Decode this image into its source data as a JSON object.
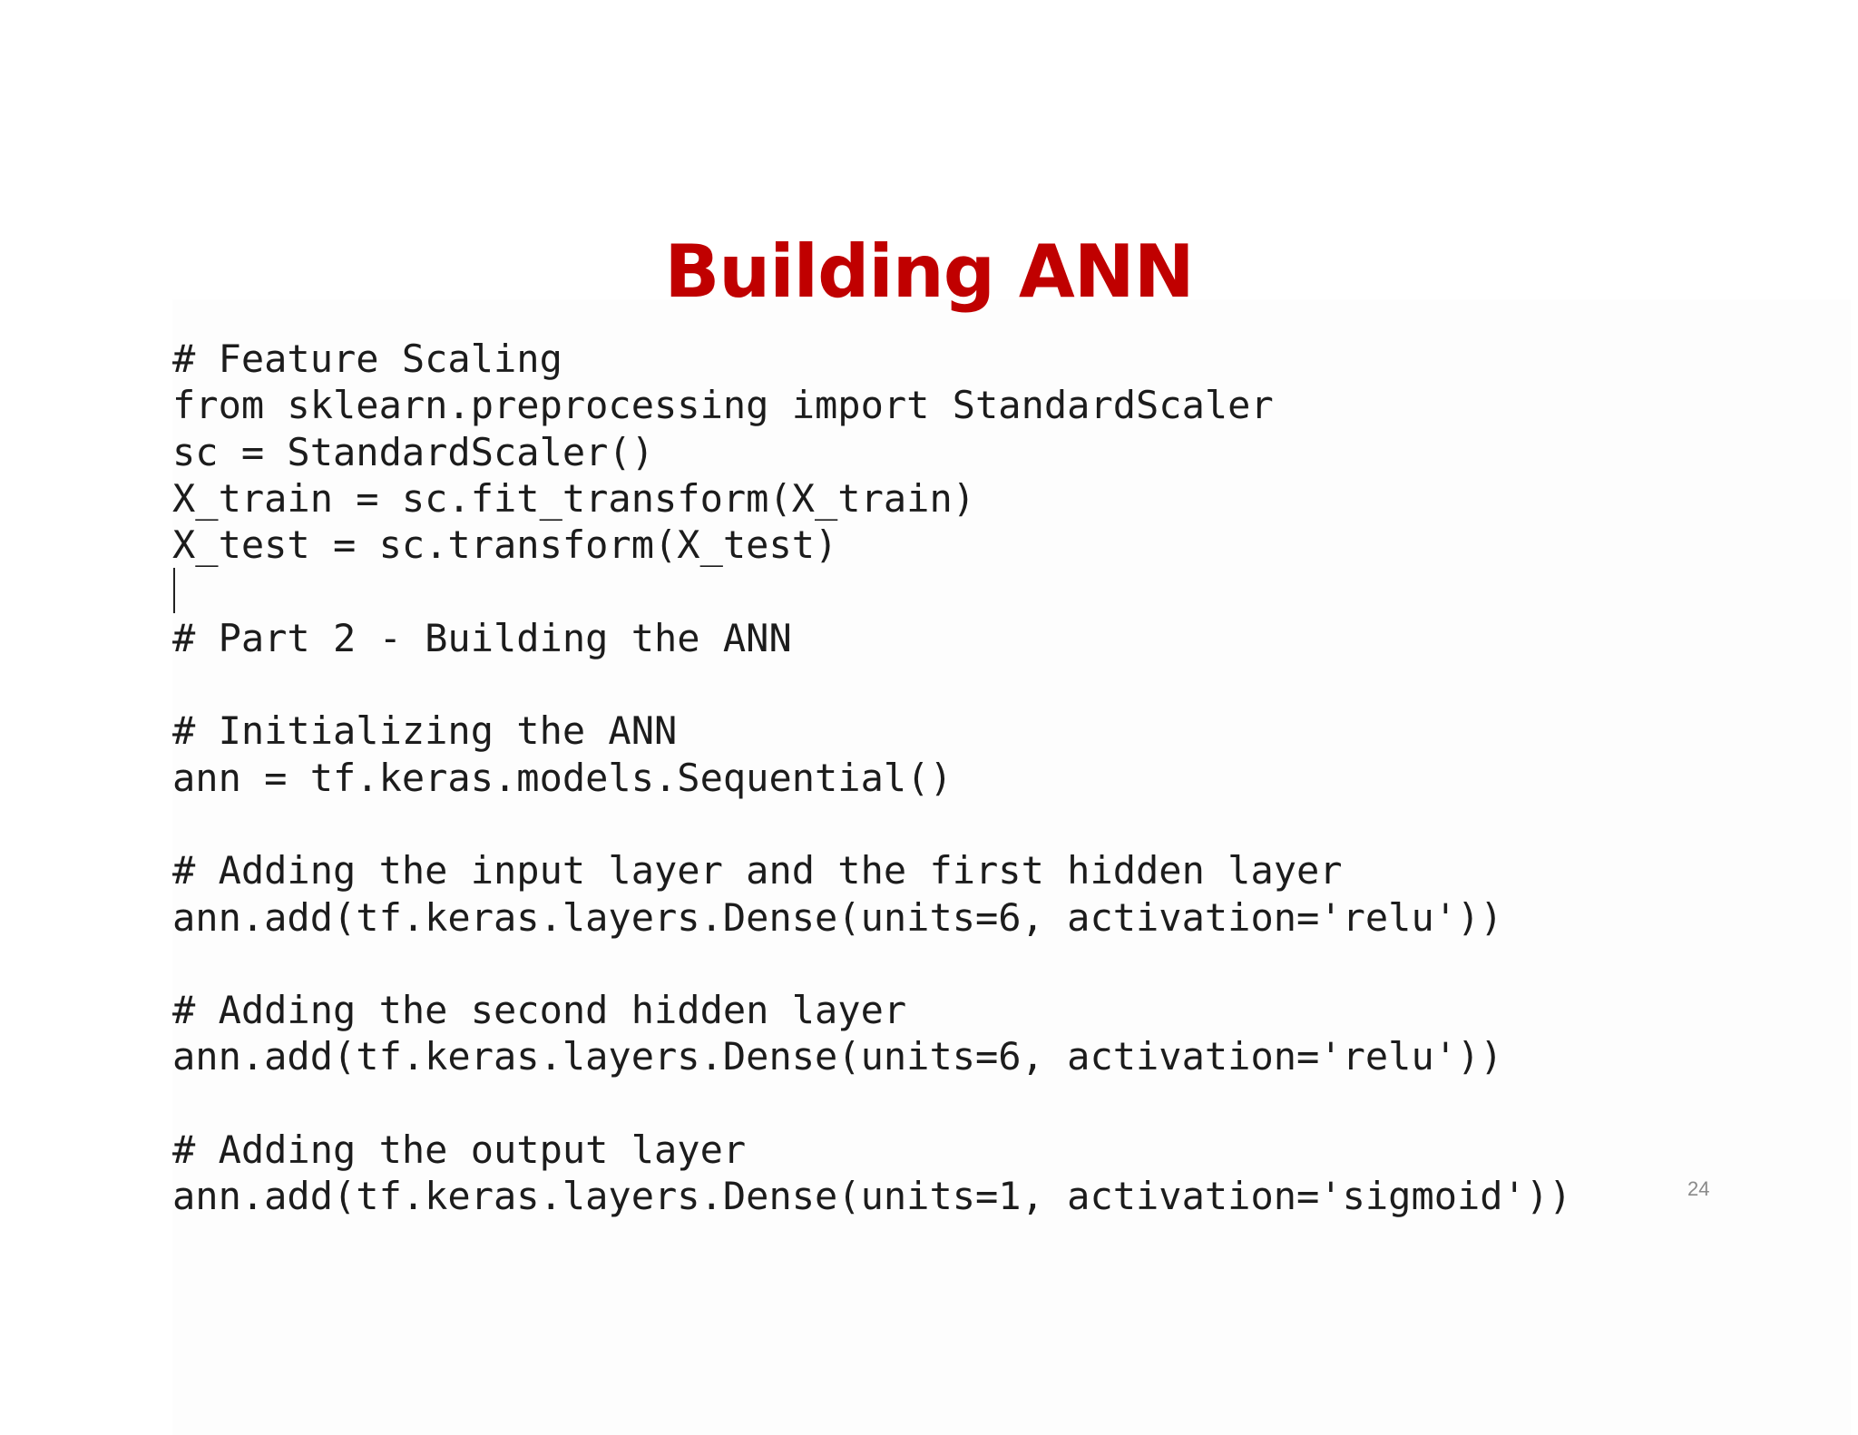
{
  "slide": {
    "title": "Building ANN",
    "title_color": "#c00000",
    "page_number": "24",
    "code_lines": [
      "# Feature Scaling",
      "from sklearn.preprocessing import StandardScaler",
      "sc = StandardScaler()",
      "X_train = sc.fit_transform(X_train)",
      "X_test = sc.transform(X_test)",
      "",
      "# Part 2 - Building the ANN",
      "",
      "# Initializing the ANN",
      "ann = tf.keras.models.Sequential()",
      "",
      "# Adding the input layer and the first hidden layer",
      "ann.add(tf.keras.layers.Dense(units=6, activation='relu'))",
      "",
      "# Adding the second hidden layer",
      "ann.add(tf.keras.layers.Dense(units=6, activation='relu'))",
      "",
      "# Adding the output layer",
      "ann.add(tf.keras.layers.Dense(units=1, activation='sigmoid'))"
    ]
  }
}
